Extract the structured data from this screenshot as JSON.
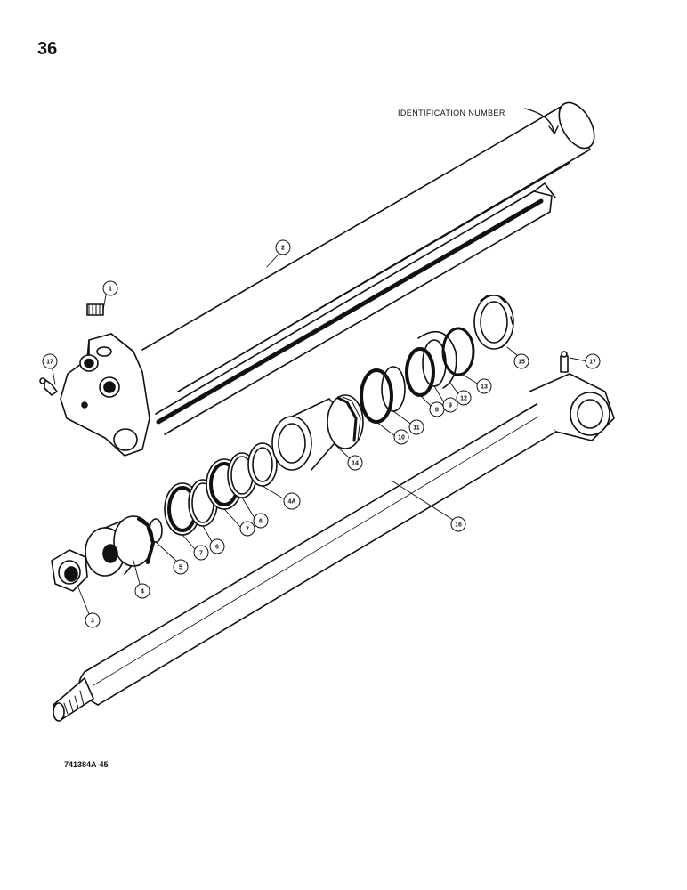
{
  "page": {
    "number": "36",
    "figure_code": "741384A-45"
  },
  "identification_label": "IDENTIFICATION NUMBER",
  "callouts": [
    "1",
    "2",
    "3",
    "4",
    "5",
    "7",
    "6",
    "7",
    "6",
    "4A",
    "14",
    "10",
    "11",
    "8",
    "9",
    "12",
    "13",
    "15",
    "16",
    "17",
    "17"
  ]
}
